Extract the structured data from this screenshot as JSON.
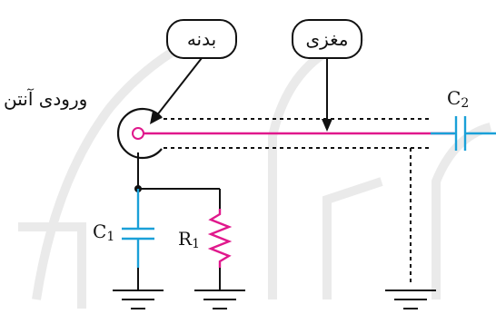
{
  "labels": {
    "body_callout": "بدنه",
    "core_callout": "مغزی",
    "antenna_input": "ورودی آنتن",
    "c1": "C",
    "c1_sub": "1",
    "r1": "R",
    "r1_sub": "1",
    "c2": "C",
    "c2_sub": "2"
  },
  "colors": {
    "wire": "#111111",
    "core_conductor": "#e0188c",
    "capacitor": "#1aa0d8",
    "resistor": "#e0188c",
    "background_shapes": "#d9d9d9"
  }
}
